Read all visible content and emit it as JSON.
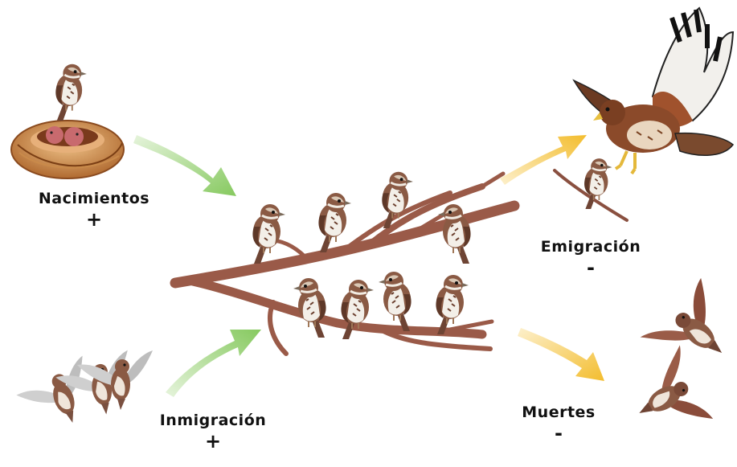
{
  "labels": {
    "births": {
      "text": "Nacimientos",
      "sign": "+"
    },
    "immigration": {
      "text": "Inmigración",
      "sign": "+"
    },
    "emigration": {
      "text": "Emigración",
      "sign": "-"
    },
    "deaths": {
      "text": "Muertes",
      "sign": "-"
    }
  },
  "colors": {
    "inflow_arrow": "#8fcf6a",
    "outflow_arrow": "#f5c23a",
    "branch": "#9a5a48",
    "bird_body": "#8a5a44",
    "bird_breast": "#f3efe8"
  },
  "icons": {
    "nest": "nest-icon",
    "perched_bird": "sparrow-icon",
    "flying_bird": "flying-sparrow-icon",
    "hawk": "hawk-icon"
  }
}
